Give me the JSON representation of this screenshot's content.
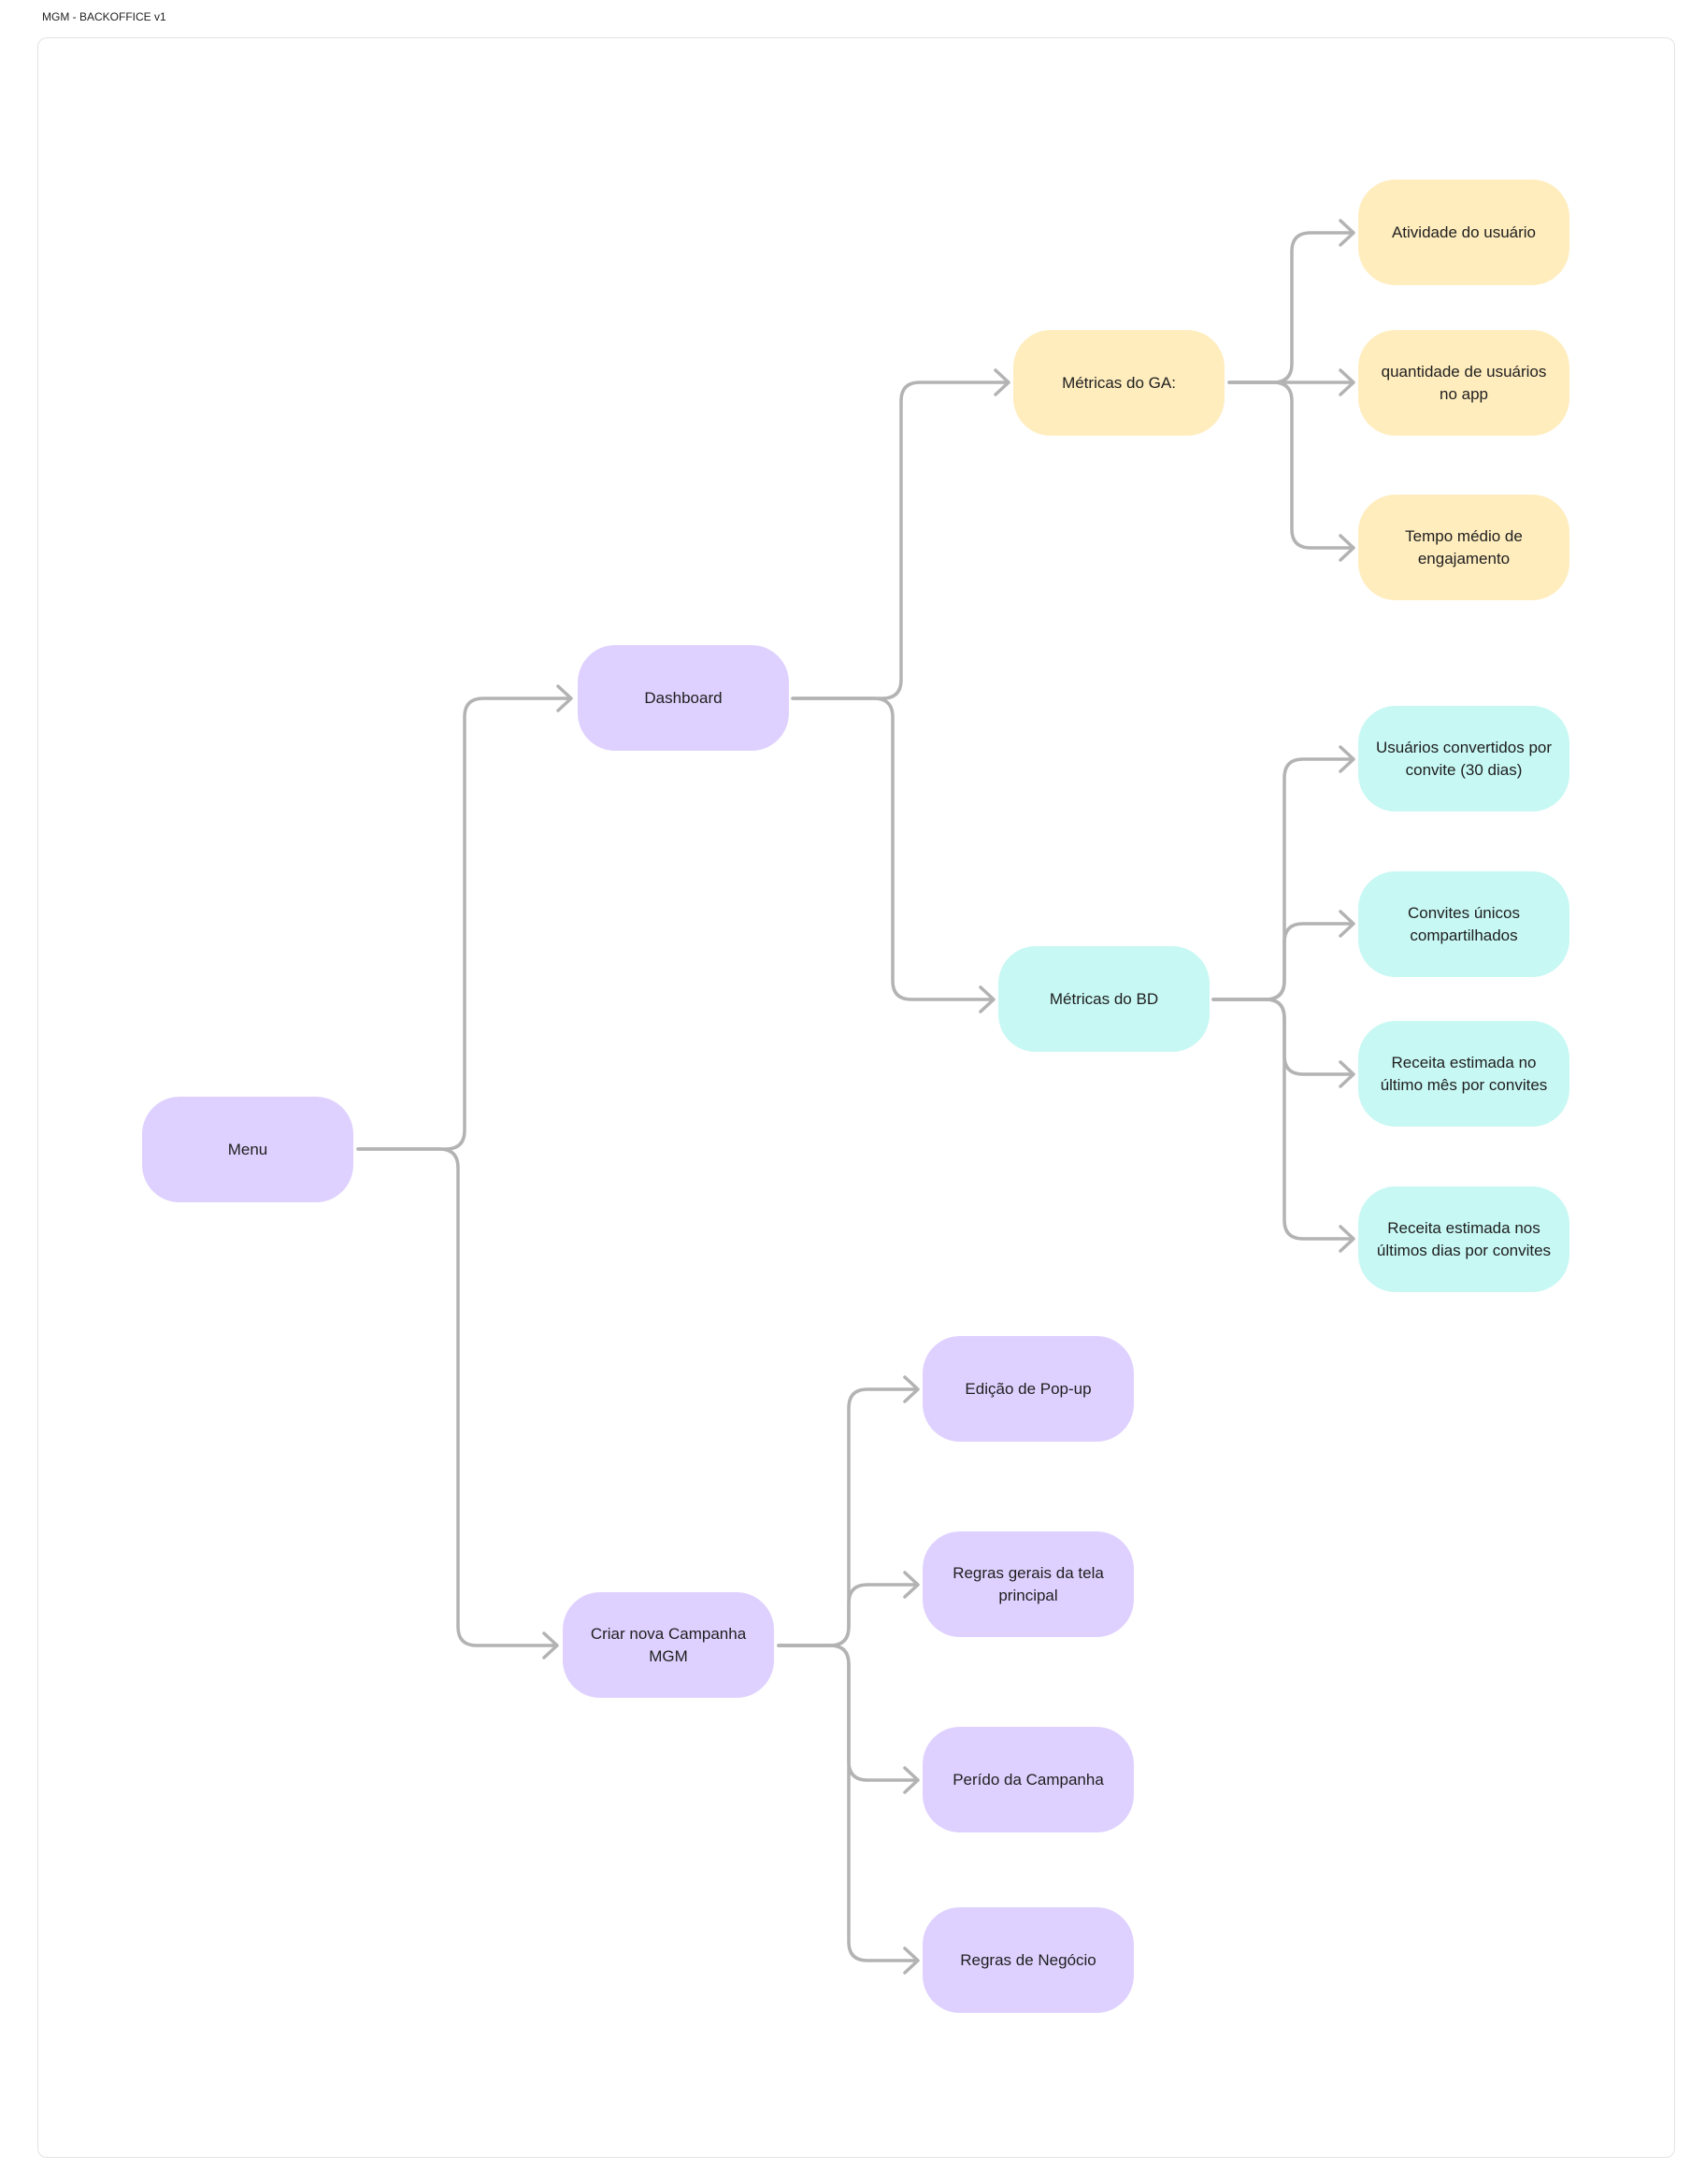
{
  "frame_title": "MGM - BACKOFFICE v1",
  "colors": {
    "purple": "#dfd1ff",
    "yellow": "#ffedbe",
    "cyan": "#c7f8f4",
    "connector": "#b3b3b3"
  },
  "nodes": {
    "menu": "Menu",
    "dashboard": "Dashboard",
    "criar_campanha": "Criar nova Campanha MGM",
    "metricas_ga": "Métricas do GA:",
    "metricas_bd": "Métricas do BD",
    "atividade_usuario": "Atividade do usuário",
    "quantidade_usuarios": "quantidade de usuários no app",
    "tempo_medio": "Tempo médio de engajamento",
    "usuarios_convertidos": "Usuários convertidos por convite (30 dias)",
    "convites_unicos": "Convites únicos compartilhados",
    "receita_ultimo_mes": "Receita estimada no último mês por convites",
    "receita_ultimos_dias": "Receita estimada nos últimos dias por convites",
    "edicao_popup": "Edição de Pop-up",
    "regras_gerais": "Regras gerais da tela principal",
    "periodo_campanha": "Perído da Campanha",
    "regras_negocio": "Regras de Negócio"
  }
}
